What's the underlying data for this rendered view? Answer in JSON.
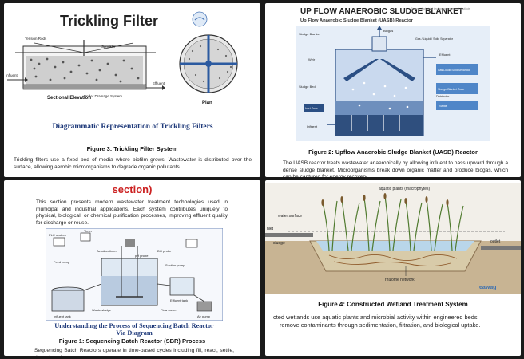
{
  "panel1": {
    "figure_title": "Trickling Filter",
    "labels": {
      "tension_rods": "Tension Rods",
      "sprinkler": "Sprinkler",
      "influent": "Influent",
      "effluent": "Effluent",
      "under_drainage": "Under Drainage System",
      "sectional_elevation": "Sectional Elevation",
      "plan": "Plan"
    },
    "banner": "Diagrammatic Representation of Trickling Filters",
    "caption": "Figure 3: Trickling Filter System",
    "paragraph": "Trickling filters use a fixed bed of media where biofilm grows. Wastewater is distributed over the surface, allowing aerobic microorganisms to degrade organic pollutants."
  },
  "panel2": {
    "figure_title": "UP FLOW ANAEROBIC SLUDGE BLANKET",
    "source": "Source: Industrial technology research institute",
    "subtitle": "Up Flow Anaerobic Sludge Blanket (UASB) Reactor",
    "labels": {
      "sludge_blanket": "Sludge Blanket",
      "biogas": "Biogas",
      "gls_separator": "Gas / Liquid / Solid Separator",
      "weir": "Weir",
      "effluent": "Effluent",
      "gls_zone": "Gas-Liquid Solid Separator",
      "sludge_bed": "Sludge Bed",
      "sludge_blanket_zone": "Sludge Blanket Zone",
      "inlet_zone": "Inlet Zone",
      "distributor": "Distributor",
      "settle": "Settle",
      "influent": "Influent"
    },
    "caption": "Figure 2: Upflow Anaerobic Sludge Blanket (UASB) Reactor",
    "paragraph": "The UASB reactor treats wastewater anaerobically by allowing influent to pass upward through a dense sludge blanket. Microorganisms break down organic matter and produce biogas, which can be captured for energy recovery."
  },
  "panel3": {
    "section_heading": "section)",
    "paragraph_top": "This section presents modern wastewater treatment technologies used in municipal and industrial applications. Each system contributes uniquely to physical, biological, or chemical purification processes, improving effluent quality for discharge or reuse.",
    "labels": {
      "timer": "Timer",
      "plc": "PLC system",
      "aeration_timer": "Aeration timer",
      "do_probe": "DO probe",
      "ph_probe": "pH probe",
      "feed_pump": "Feed pump",
      "suction_pump": "Suction pump",
      "effluent_tank": "Effluent tank",
      "waste_sludge": "Waste sludge",
      "flow_meter": "Flow meter",
      "influent_tank": "Influent tank",
      "air_pump": "Air pump"
    },
    "banner": "Understanding the Process of Sequencing Batch Reactor Via Diagram",
    "caption": "Figure 1: Sequencing Batch Reactor (SBR) Process",
    "paragraph_bottom": "Sequencing Batch Reactors operate in time-based cycles including fill, react, settle, decant, and"
  },
  "panel4": {
    "labels": {
      "aquatic_plants": "aquatic plants (macrophytes)",
      "water_surface": "water surface",
      "inlet": "nlet",
      "sludge": "sludge",
      "outlet": "outlet",
      "rhizome": "rhizome network",
      "logo": "eawag"
    },
    "caption": "Figure 4: Constructed Wetland Treatment System",
    "paragraph_line1": "cted wetlands use aquatic plants and microbial activity within engineered beds",
    "paragraph_line2": "remove contaminants through sedimentation, filtration, and biological uptake."
  }
}
